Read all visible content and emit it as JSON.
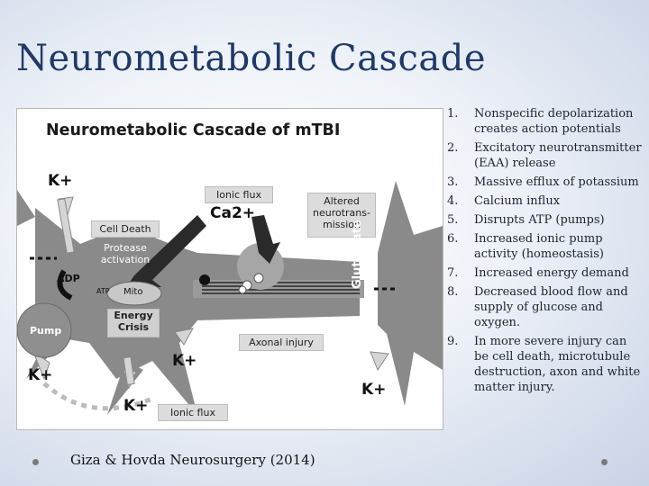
{
  "slide": {
    "title": "Neurometabolic Cascade",
    "citation": "Giza & Hovda Neurosurgery (2014)"
  },
  "figure": {
    "title": "Neurometabolic Cascade of mTBI",
    "labels": {
      "k_top": "K+",
      "ionic_flux_top": "Ionic flux",
      "ca2": "Ca2+",
      "altered": "Altered neurotrans-mission",
      "cell_death": "Cell Death",
      "protease": "Protease activation",
      "adp": "ADP",
      "atp": "ATP",
      "mito": "Mito",
      "pump": "Pump",
      "energy": "Energy Crisis",
      "glutamate": "Glutamate",
      "axonal": "Axonal injury",
      "k_left": "K+",
      "k_mid": "K+",
      "k_bottom": "K+",
      "k_right": "K+",
      "ionic_flux_bottom": "Ionic flux"
    }
  },
  "steps": [
    {
      "num": "1.",
      "text": "Nonspecific depolarization creates action potentials"
    },
    {
      "num": "2.",
      "text": "Excitatory neurotransmitter (EAA) release"
    },
    {
      "num": "3.",
      "text": "Massive efflux of potassium"
    },
    {
      "num": "4.",
      "text": "Calcium influx"
    },
    {
      "num": "5.",
      "text": "Disrupts ATP (pumps)"
    },
    {
      "num": "6.",
      "text": "Increased ionic pump activity (homeostasis)"
    },
    {
      "num": "7.",
      "text": "Increased energy demand"
    },
    {
      "num": "8.",
      "text": "Decreased blood flow and supply of glucose and oxygen."
    },
    {
      "num": "9.",
      "text": "In more severe injury can be cell death, microtubule destruction, axon and white matter injury."
    }
  ]
}
